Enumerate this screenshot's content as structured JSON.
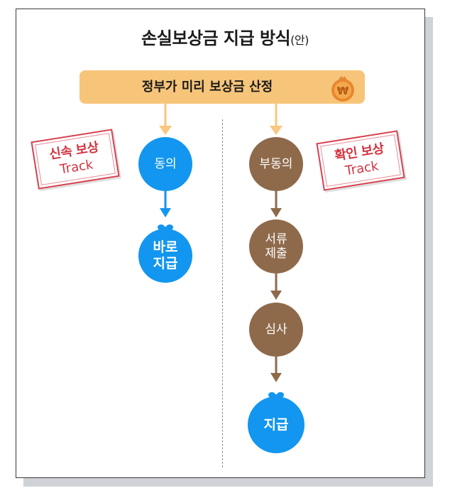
{
  "title": {
    "main": "손실보상금 지급 방식",
    "suffix": "(안)"
  },
  "banner": {
    "label": "정부가 미리 보상금 산정",
    "coin_icon": "won-coin-icon"
  },
  "tracks": {
    "left": {
      "stamp_line1": "신속 보상",
      "stamp_line2": "Track",
      "steps": [
        "동의"
      ],
      "final": "바로\n지급"
    },
    "right": {
      "stamp_line1": "확인 보상",
      "stamp_line2": "Track",
      "steps": [
        "부동의",
        "서류\n제출",
        "심사"
      ],
      "final": "지급"
    }
  },
  "colors": {
    "blue": "#1296ef",
    "brown": "#8e6a4b",
    "orange_bar": "#f7c57a",
    "orange_arrow": "#f9c77f",
    "stamp_red": "#d23441"
  }
}
